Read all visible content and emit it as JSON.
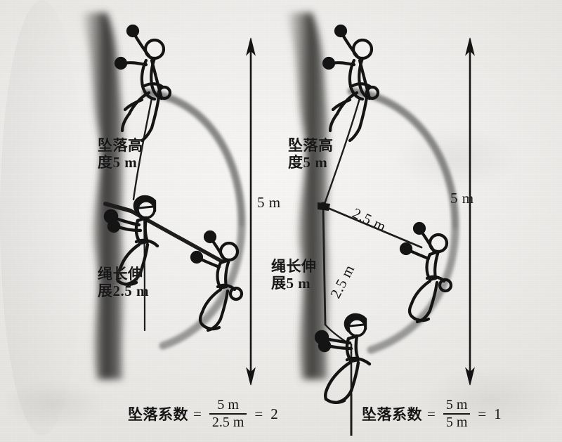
{
  "figure": {
    "type": "diagram",
    "subject": "climbing-fall-factor",
    "description": "Two side-by-side hand-drawn climbing diagrams comparing fall factor 2 and fall factor 1"
  },
  "panels": [
    {
      "id": "left",
      "fall_height_label": "坠落高\n度5 m",
      "rope_length_label": "绳长伸\n展2.5 m",
      "arrow_label": "5 m",
      "formula": {
        "lhs": "坠落系数",
        "equals": "=",
        "numerator": "5 m",
        "denominator": "2.5 m",
        "result_equals": "=",
        "result": "2"
      }
    },
    {
      "id": "right",
      "fall_height_label": "坠落高\n度5 m",
      "rope_length_label": "绳长伸\n展5 m",
      "arrow_label": "5 m",
      "rope_segment_label": "2.5 m",
      "rope_segment_label_vertical": "2.5 m",
      "formula": {
        "lhs": "坠落系数",
        "equals": "=",
        "numerator": "5 m",
        "denominator": "5 m",
        "result_equals": "=",
        "result": "1"
      }
    }
  ],
  "colors": {
    "paper": "#f1f0ed",
    "ink": "#171717",
    "rock_shadow": "#3a3a3a",
    "arc_gray": "#8d8d8d"
  },
  "icons": {
    "climber_top": "climber-figure-icon",
    "climber_falling": "climber-falling-icon",
    "belayer": "belayer-figure-icon",
    "arrow": "double-headed-arrow-icon",
    "anchor": "anchor-point-icon"
  }
}
